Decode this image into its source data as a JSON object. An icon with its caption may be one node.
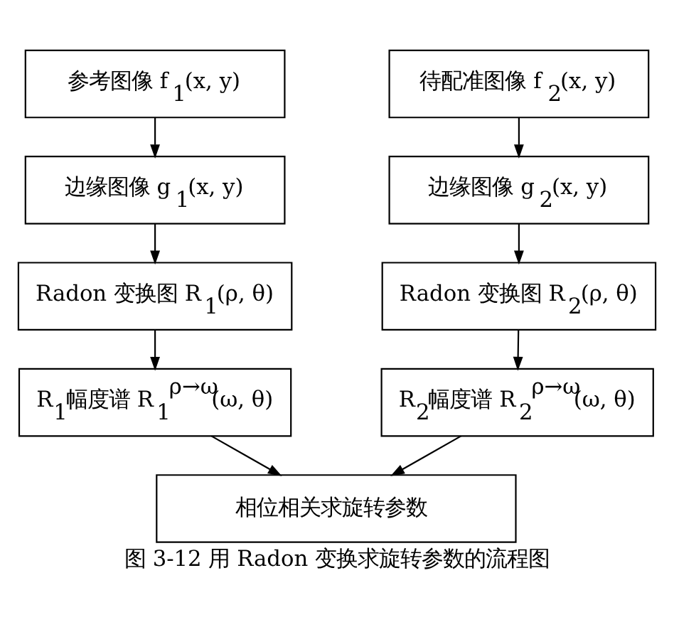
{
  "diagram": {
    "caption": "图 3-12 用 Radon 变换求旋转参数的流程图",
    "nodes": [
      {
        "text": [
          "参考图像 f$_{1}$(x, y)"
        ]
      },
      {
        "text": [
          "待配准图像 f$_{2}$(x, y)"
        ]
      },
      {
        "text": [
          "边缘图像 g$_{1}$(x, y)"
        ]
      },
      {
        "text": [
          "边缘图像 g$_{2}$(x, y)"
        ]
      },
      {
        "text": [
          "Radon 变换图 R$_{1}$(ρ, θ)"
        ]
      },
      {
        "text": [
          "Radon 变换图 R$_{2}$(ρ, θ)"
        ]
      },
      {
        "text": [
          "R$_{1}$幅度谱 R$_{1}$$^{ρ→ω}$(ω, θ)"
        ]
      },
      {
        "text": [
          "R$_{2}$幅度谱 R$_{2}$$^{ρ→ω}$(ω, θ)"
        ]
      },
      {
        "text": [
          "相位相关求旋转参数"
        ]
      }
    ],
    "edges": [
      {
        "from": 0,
        "to": 2,
        "arrow": "to"
      },
      {
        "from": 2,
        "to": 4,
        "arrow": "to"
      },
      {
        "from": 4,
        "to": 6,
        "arrow": "to"
      },
      {
        "from": 1,
        "to": 3,
        "arrow": "to"
      },
      {
        "from": 3,
        "to": 5,
        "arrow": "to"
      },
      {
        "from": 5,
        "to": 7,
        "arrow": "to"
      },
      {
        "from": 6,
        "to": 8,
        "arrow": "to"
      },
      {
        "from": 7,
        "to": 8,
        "arrow": "to"
      }
    ]
  }
}
